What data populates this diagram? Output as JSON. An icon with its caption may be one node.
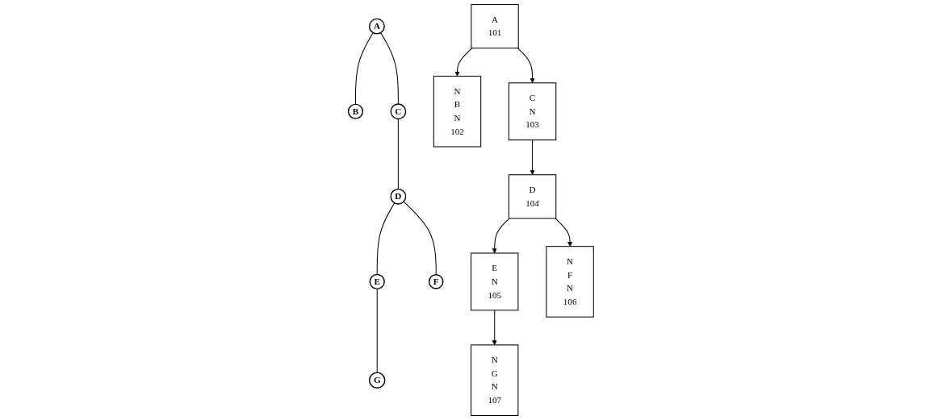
{
  "diagram": {
    "nodes": [
      {
        "text": [
          "A"
        ]
      },
      {
        "text": [
          "B"
        ]
      },
      {
        "text": [
          "C"
        ]
      },
      {
        "text": [
          "D"
        ]
      },
      {
        "text": [
          "E"
        ]
      },
      {
        "text": [
          "F"
        ]
      },
      {
        "text": [
          "G"
        ]
      },
      {
        "text": [
          "A",
          "101"
        ]
      },
      {
        "text": [
          "N",
          "B",
          "N",
          "102"
        ]
      },
      {
        "text": [
          "C",
          "N",
          "103"
        ]
      },
      {
        "text": [
          "D",
          "104"
        ]
      },
      {
        "text": [
          "E",
          "N",
          "105"
        ]
      },
      {
        "text": [
          "N",
          "F",
          "N",
          "106"
        ]
      },
      {
        "text": [
          "N",
          "G",
          "N",
          "107"
        ]
      }
    ],
    "edges": [
      {
        "from": 0,
        "to": 1,
        "arrow": "none"
      },
      {
        "from": 0,
        "to": 2,
        "arrow": "none"
      },
      {
        "from": 2,
        "to": 3,
        "arrow": "none"
      },
      {
        "from": 3,
        "to": 4,
        "arrow": "none"
      },
      {
        "from": 3,
        "to": 5,
        "arrow": "none"
      },
      {
        "from": 4,
        "to": 6,
        "arrow": "none"
      },
      {
        "from": 7,
        "to": 8,
        "arrow": "to"
      },
      {
        "from": 7,
        "to": 9,
        "arrow": "to"
      },
      {
        "from": 9,
        "to": 10,
        "arrow": "to"
      },
      {
        "from": 10,
        "to": 11,
        "arrow": "to"
      },
      {
        "from": 10,
        "to": 12,
        "arrow": "to"
      },
      {
        "from": 11,
        "to": 13,
        "arrow": "to"
      }
    ]
  }
}
